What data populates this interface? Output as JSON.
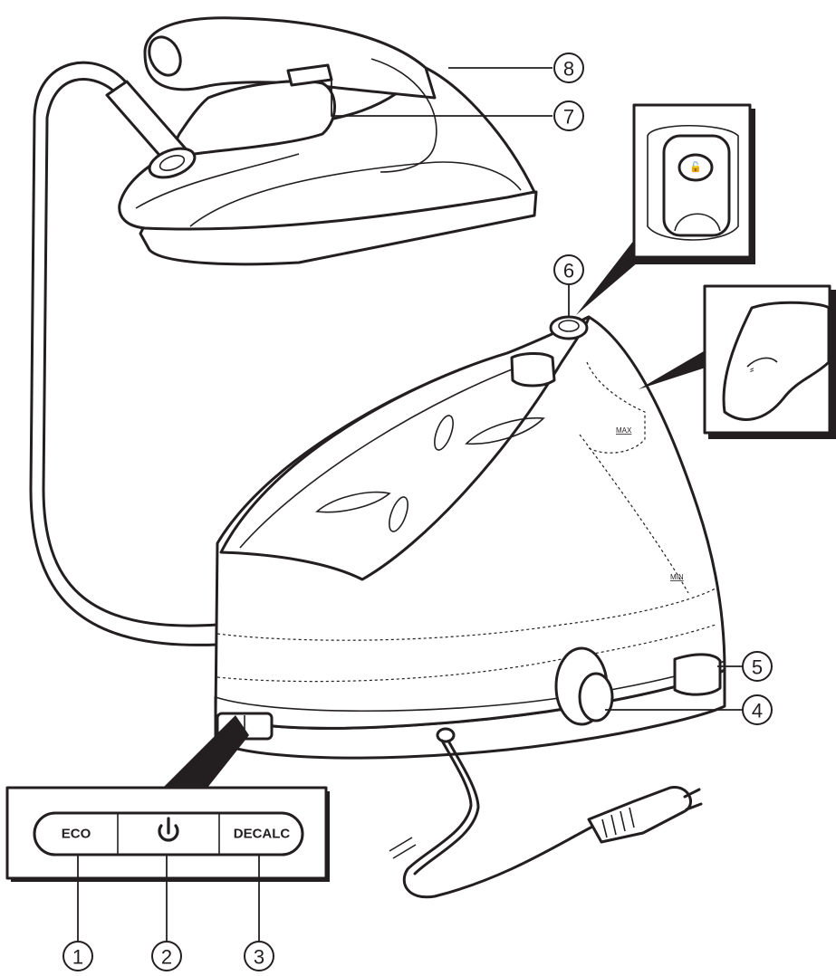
{
  "panel": {
    "buttons": [
      {
        "label": "ECO"
      },
      {
        "label": "",
        "icon": "power-icon"
      },
      {
        "label": "DECALC"
      }
    ]
  },
  "levels": {
    "max": "MAX",
    "min": "MIN"
  },
  "callouts": [
    "1",
    "2",
    "3",
    "4",
    "5",
    "6",
    "7",
    "8"
  ]
}
